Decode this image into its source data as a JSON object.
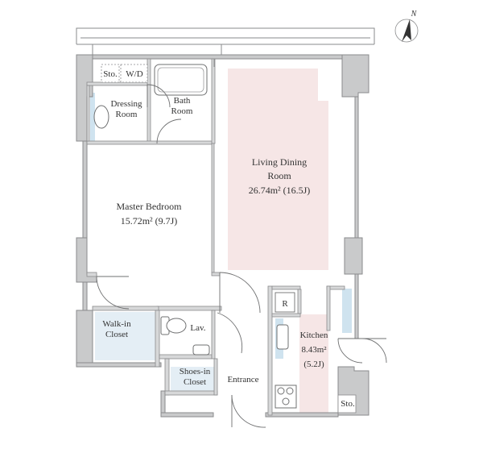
{
  "colors": {
    "wall": "#c9cacb",
    "wall_outline": "#8a8b8c",
    "living_highlight": "#f6e6e6",
    "floor_blue": "#cfe3ef",
    "line": "#6f7071"
  },
  "compass": {
    "label": "N",
    "icon": "north-arrow-icon"
  },
  "rooms": {
    "storage_top": "Sto.",
    "wd": "W/D",
    "dressing": [
      "Dressing",
      "Room"
    ],
    "bath": [
      "Bath",
      "Room"
    ],
    "living": [
      "Living Dining",
      "Room",
      "26.74m² (16.5J)"
    ],
    "master": [
      "Master Bedroom",
      "15.72m² (9.7J)"
    ],
    "walkin": [
      "Walk-in",
      "Closet"
    ],
    "lav": "Lav.",
    "shoes": [
      "Shoes-in",
      "Closet"
    ],
    "entrance": "Entrance",
    "refrigerator": "R",
    "kitchen": [
      "Kitchen",
      "8.43m²",
      "(5.2J)"
    ],
    "storage_bottom": "Sto."
  }
}
